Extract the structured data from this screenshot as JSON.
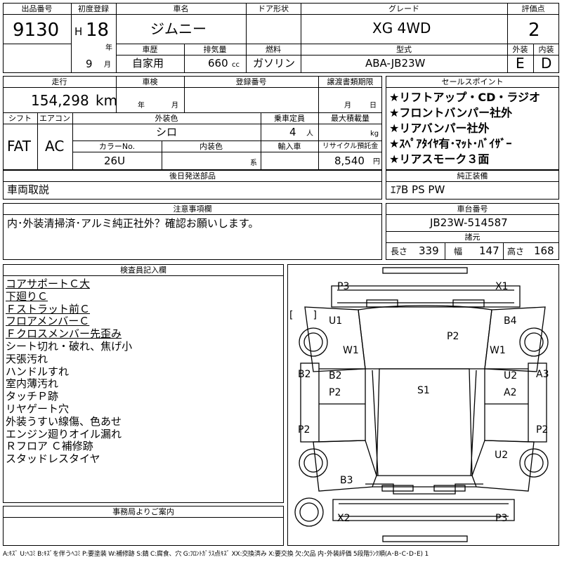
{
  "header": {
    "lot_no_label": "出品番号",
    "lot_no": "9130",
    "first_reg_label": "初度登録",
    "era": "H",
    "year": "18",
    "year_unit": "年",
    "month": "9",
    "month_unit": "月",
    "car_name_label": "車名",
    "car_name": "ジムニー",
    "door_label": "ドア形状",
    "door": "",
    "grade_label": "グレード",
    "grade": "XG 4WD",
    "score_label": "評価点",
    "score": "2",
    "history_label": "車歴",
    "history": "自家用",
    "displacement_label": "排気量",
    "displacement": "660",
    "displacement_unit": "cc",
    "fuel_label": "燃料",
    "fuel": "ガソリン",
    "model_label": "型式",
    "model": "ABA-JB23W",
    "exterior_label": "外装",
    "exterior": "E",
    "interior_label": "内装",
    "interior": "D"
  },
  "row2": {
    "mileage_label": "走行",
    "mileage": "154,298",
    "mileage_unit": "km",
    "inspection_label": "車検",
    "inspection_year_unit": "年",
    "inspection_month_unit": "月",
    "plate_label": "登録番号",
    "transfer_label": "譲渡書類期限",
    "transfer_month_unit": "月",
    "transfer_day_unit": "日",
    "shift_label": "シフト",
    "shift": "FAT",
    "ac_label": "エアコン",
    "ac": "AC",
    "ext_color_label": "外装色",
    "ext_color": "シロ",
    "capacity_label": "乗車定員",
    "capacity": "4",
    "capacity_unit": "人",
    "load_label": "最大積載量",
    "load_unit": "kg",
    "color_no_label": "カラーNo.",
    "color_no": "26U",
    "int_color_label": "内装色",
    "int_color_unit": "系",
    "import_label": "輸入車",
    "recycle_label": "リサイクル預託金",
    "recycle": "8,540",
    "recycle_unit": "円"
  },
  "sales_points": {
    "label": "セールスポイント",
    "items": [
      "★リフトアップ・CD・ラジオ",
      "★フロントバンパー社外",
      "★リアバンパー社外",
      "★ｽﾍﾟｱﾀｲﾔ有･ﾏｯﾄ･ﾊﾞｲｻﾞｰ",
      "★リアスモーク３面"
    ]
  },
  "later_parts": {
    "label": "後日発送部品",
    "value": "車両取説"
  },
  "equipment": {
    "label": "純正装備",
    "value": "ｴｱB PS PW"
  },
  "notes": {
    "label": "注意事項欄",
    "value": "内･外装清掃済･アルミ純正社外？確認お願いします。"
  },
  "chassis": {
    "label": "車台番号",
    "value": "JB23W-514587",
    "specs_label": "諸元",
    "length_label": "長さ",
    "length": "339",
    "width_label": "幅",
    "width": "147",
    "height_label": "高さ",
    "height": "168"
  },
  "inspector": {
    "label": "検査員記入欄",
    "lines": [
      {
        "text": "コアサポートＣ大",
        "u": true
      },
      {
        "text": "下廻りＣ",
        "u": true
      },
      {
        "text": "Ｆストラット前Ｃ",
        "u": true
      },
      {
        "text": "フロアメンバーＣ",
        "u": true
      },
      {
        "text": "Ｆクロスメンバー先歪み",
        "u": true
      },
      {
        "text": "シート切れ・破れ、焦げ小",
        "u": false
      },
      {
        "text": "天張汚れ",
        "u": false
      },
      {
        "text": "ハンドルすれ",
        "u": false
      },
      {
        "text": "室内薄汚れ",
        "u": false
      },
      {
        "text": "タッチＰ跡",
        "u": false
      },
      {
        "text": "リヤゲート穴",
        "u": false
      },
      {
        "text": "外装うすい線傷、色あせ",
        "u": false
      },
      {
        "text": "エンジン廻りオイル漏れ",
        "u": false
      },
      {
        "text": "Ｒフロア Ｃ補修跡",
        "u": false
      },
      {
        "text": "スタッドレスタイヤ",
        "u": false
      }
    ]
  },
  "office": {
    "label": "事務局よりご案内"
  },
  "diagram": {
    "labels": {
      "p3_top": "P3",
      "x1": "X1",
      "u1": "U1",
      "b4": "B4",
      "p2_hood": "P2",
      "w1_left": "W1",
      "w1_right": "W1",
      "b2_side": "B2",
      "b2_in": "B2",
      "u2_in": "U2",
      "a3": "A3",
      "p2_in": "P2",
      "a2": "A2",
      "s1": "S1",
      "p2_left": "P2",
      "p2_right": "P2",
      "u2_rear": "U2",
      "b3": "B3",
      "x2": "X2",
      "p3_bottom": "P3",
      "bracket": "[　　]"
    }
  },
  "footer": "A:ｷｽﾞ U:ﾍｺﾐ B:ｷｽﾞを伴うﾍｺﾐ P:要塗装 W:補修跡 S:錆 C:腐食、穴 G:ﾌﾛﾝﾄｶﾞﾗｽ点ｷｽﾞ XX:交換済み X:要交換 欠:欠品 内･外装評価 5段階ﾗﾝｸ順(A･B･C･D･E) 1"
}
